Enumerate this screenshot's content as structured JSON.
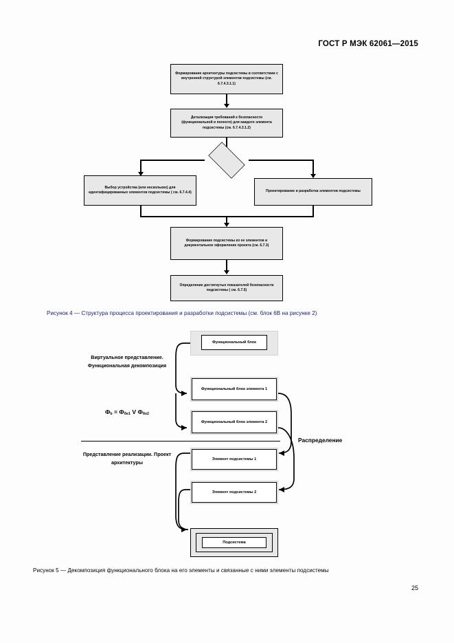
{
  "document": {
    "standard_header": "ГОСТ Р МЭК 62061—2015",
    "page_number": "25"
  },
  "figure4": {
    "caption": "Рисунок 4 — Структура процесса проектирования и разработки подсистемы (см. блок 6В на рисунке 2)",
    "nodes": [
      {
        "id": "architecture",
        "text": "Формирование архитектуры подсистемы в соответствии с внутренней структурой элементов подсистемы (см. 6.7.4.3.1.1)"
      },
      {
        "id": "detailing",
        "text": "Детализация требований к безопасности (функциональной и полноте) для каждого элемента подсистемы (см. 6.7.4.3.1.2)"
      },
      {
        "id": "decision",
        "text": ""
      },
      {
        "id": "device-selection",
        "text": "Выбор устройства (или нескольких) для идентифицированных элементов подсистемы ( см. 6.7.4.4)"
      },
      {
        "id": "design-development",
        "text": "Проектирование и разработка элементов подсистемы"
      },
      {
        "id": "assembly",
        "text": "Формирование подсистемы из ее элементов и документальное оформление проекта (см. 6.7.3)"
      },
      {
        "id": "determine-indicators",
        "text": "Определение достигнутых показателей безопасности подсистемы ( см. 6.7.5)"
      }
    ]
  },
  "figure5": {
    "caption": "Рисунок 5 — Декомпозиция функционального блока на его элементы и связанные с ними элементы подсистемы",
    "left_labels": {
      "virtual": "Виртуальное представление. Функциональная декомпозиция",
      "implementation": "Представление реализации. Проект архитектуры"
    },
    "formula": {
      "lhs": "Ф",
      "lhs_sub": "b",
      "eq": " = Ф",
      "rhs1_sub": "бе1",
      "operator": " V Ф",
      "rhs2_sub": "бе2"
    },
    "right_label": "Распределение",
    "boxes": [
      {
        "id": "functional-block",
        "text": "Функциональный блок"
      },
      {
        "id": "functional-block-e1",
        "text": "Функциональный блок элемента 1"
      },
      {
        "id": "functional-block-e2",
        "text": "Функциональный блок элемента 2"
      },
      {
        "id": "subsystem-element-1",
        "text": "Элемент подсистемы 1"
      },
      {
        "id": "subsystem-element-2",
        "text": "Элемент подсистемы 2"
      },
      {
        "id": "subsystem",
        "text": "Подсистема"
      }
    ]
  },
  "colors": {
    "box_fill": "#e8e8e8",
    "line": "#000000",
    "caption_fig4": "#1a1a6e"
  }
}
